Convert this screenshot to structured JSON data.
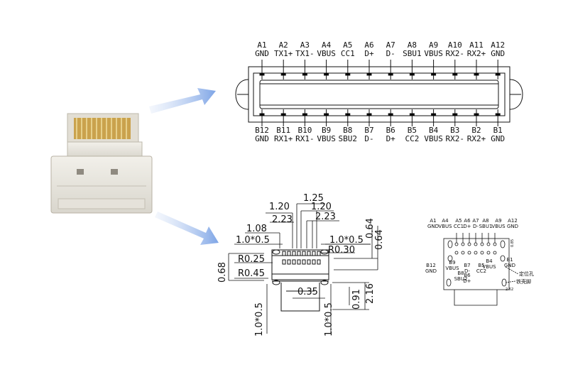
{
  "top_pinout": {
    "row_a": [
      {
        "pin": "A1",
        "signal": "GND"
      },
      {
        "pin": "A2",
        "signal": "TX1+"
      },
      {
        "pin": "A3",
        "signal": "TX1-"
      },
      {
        "pin": "A4",
        "signal": "VBUS"
      },
      {
        "pin": "A5",
        "signal": "CC1"
      },
      {
        "pin": "A6",
        "signal": "D+"
      },
      {
        "pin": "A7",
        "signal": "D-"
      },
      {
        "pin": "A8",
        "signal": "SBU1"
      },
      {
        "pin": "A9",
        "signal": "VBUS"
      },
      {
        "pin": "A10",
        "signal": "RX2-"
      },
      {
        "pin": "A11",
        "signal": "RX2+"
      },
      {
        "pin": "A12",
        "signal": "GND"
      }
    ],
    "row_b": [
      {
        "pin": "B12",
        "signal": "GND"
      },
      {
        "pin": "B11",
        "signal": "RX1+"
      },
      {
        "pin": "B10",
        "signal": "RX1-"
      },
      {
        "pin": "B9",
        "signal": "VBUS"
      },
      {
        "pin": "B8",
        "signal": "SBU2"
      },
      {
        "pin": "B7",
        "signal": "D-"
      },
      {
        "pin": "B6",
        "signal": "D+"
      },
      {
        "pin": "B5",
        "signal": "CC2"
      },
      {
        "pin": "B4",
        "signal": "VBUS"
      },
      {
        "pin": "B3",
        "signal": "RX2-"
      },
      {
        "pin": "B2",
        "signal": "RX2+"
      },
      {
        "pin": "B1",
        "signal": "GND"
      }
    ]
  },
  "footprint_dimensions": {
    "d1": "1.20",
    "d2": "1.25",
    "d3": "1.20",
    "d4": "2.23",
    "d5": "2.23",
    "d6": "1.08",
    "d7": "1.0*0.5",
    "d8": "1.0*0.5",
    "d9": "0.64",
    "d10": "0.64",
    "d11": "R0.30",
    "d12": "R0.25",
    "d13": "0.68",
    "d14": "R0.45",
    "d15": "0.35",
    "d16": "0.91",
    "d17": "2.16",
    "d18": "1.0*0.5",
    "d19": "1.0*0.5"
  },
  "small_view": {
    "top_labels": [
      {
        "pin": "A1",
        "signal": "GND"
      },
      {
        "pin": "A4",
        "signal": "VBUS"
      },
      {
        "pin": "A5",
        "signal": "CC1"
      },
      {
        "pin": "A6",
        "signal": "D+"
      },
      {
        "pin": "A7",
        "signal": "D-"
      },
      {
        "pin": "A8",
        "signal": "SBU1"
      },
      {
        "pin": "A9",
        "signal": "VBUS"
      },
      {
        "pin": "A12",
        "signal": "GND"
      }
    ],
    "inner_labels": [
      {
        "pin": "B12",
        "signal": "GND"
      },
      {
        "pin": "B9",
        "signal": "VBUS"
      },
      {
        "pin": "B8",
        "signal": "SBU2"
      },
      {
        "pin": "B7",
        "signal": "D-"
      },
      {
        "pin": "B6",
        "signal": "D+"
      },
      {
        "pin": "B5",
        "signal": "CC2"
      },
      {
        "pin": "B4",
        "signal": "VBUS"
      },
      {
        "pin": "B1",
        "signal": "GND"
      }
    ],
    "locating_hole": "定位孔",
    "shell_pin": "铁壳脚",
    "dim_a": "0.85",
    "dim_b": "2.62"
  },
  "colors": {
    "arrow": "#8aaee6",
    "line": "#111111",
    "connector_body": "#e9e6df",
    "gold": "#c9a24a"
  }
}
